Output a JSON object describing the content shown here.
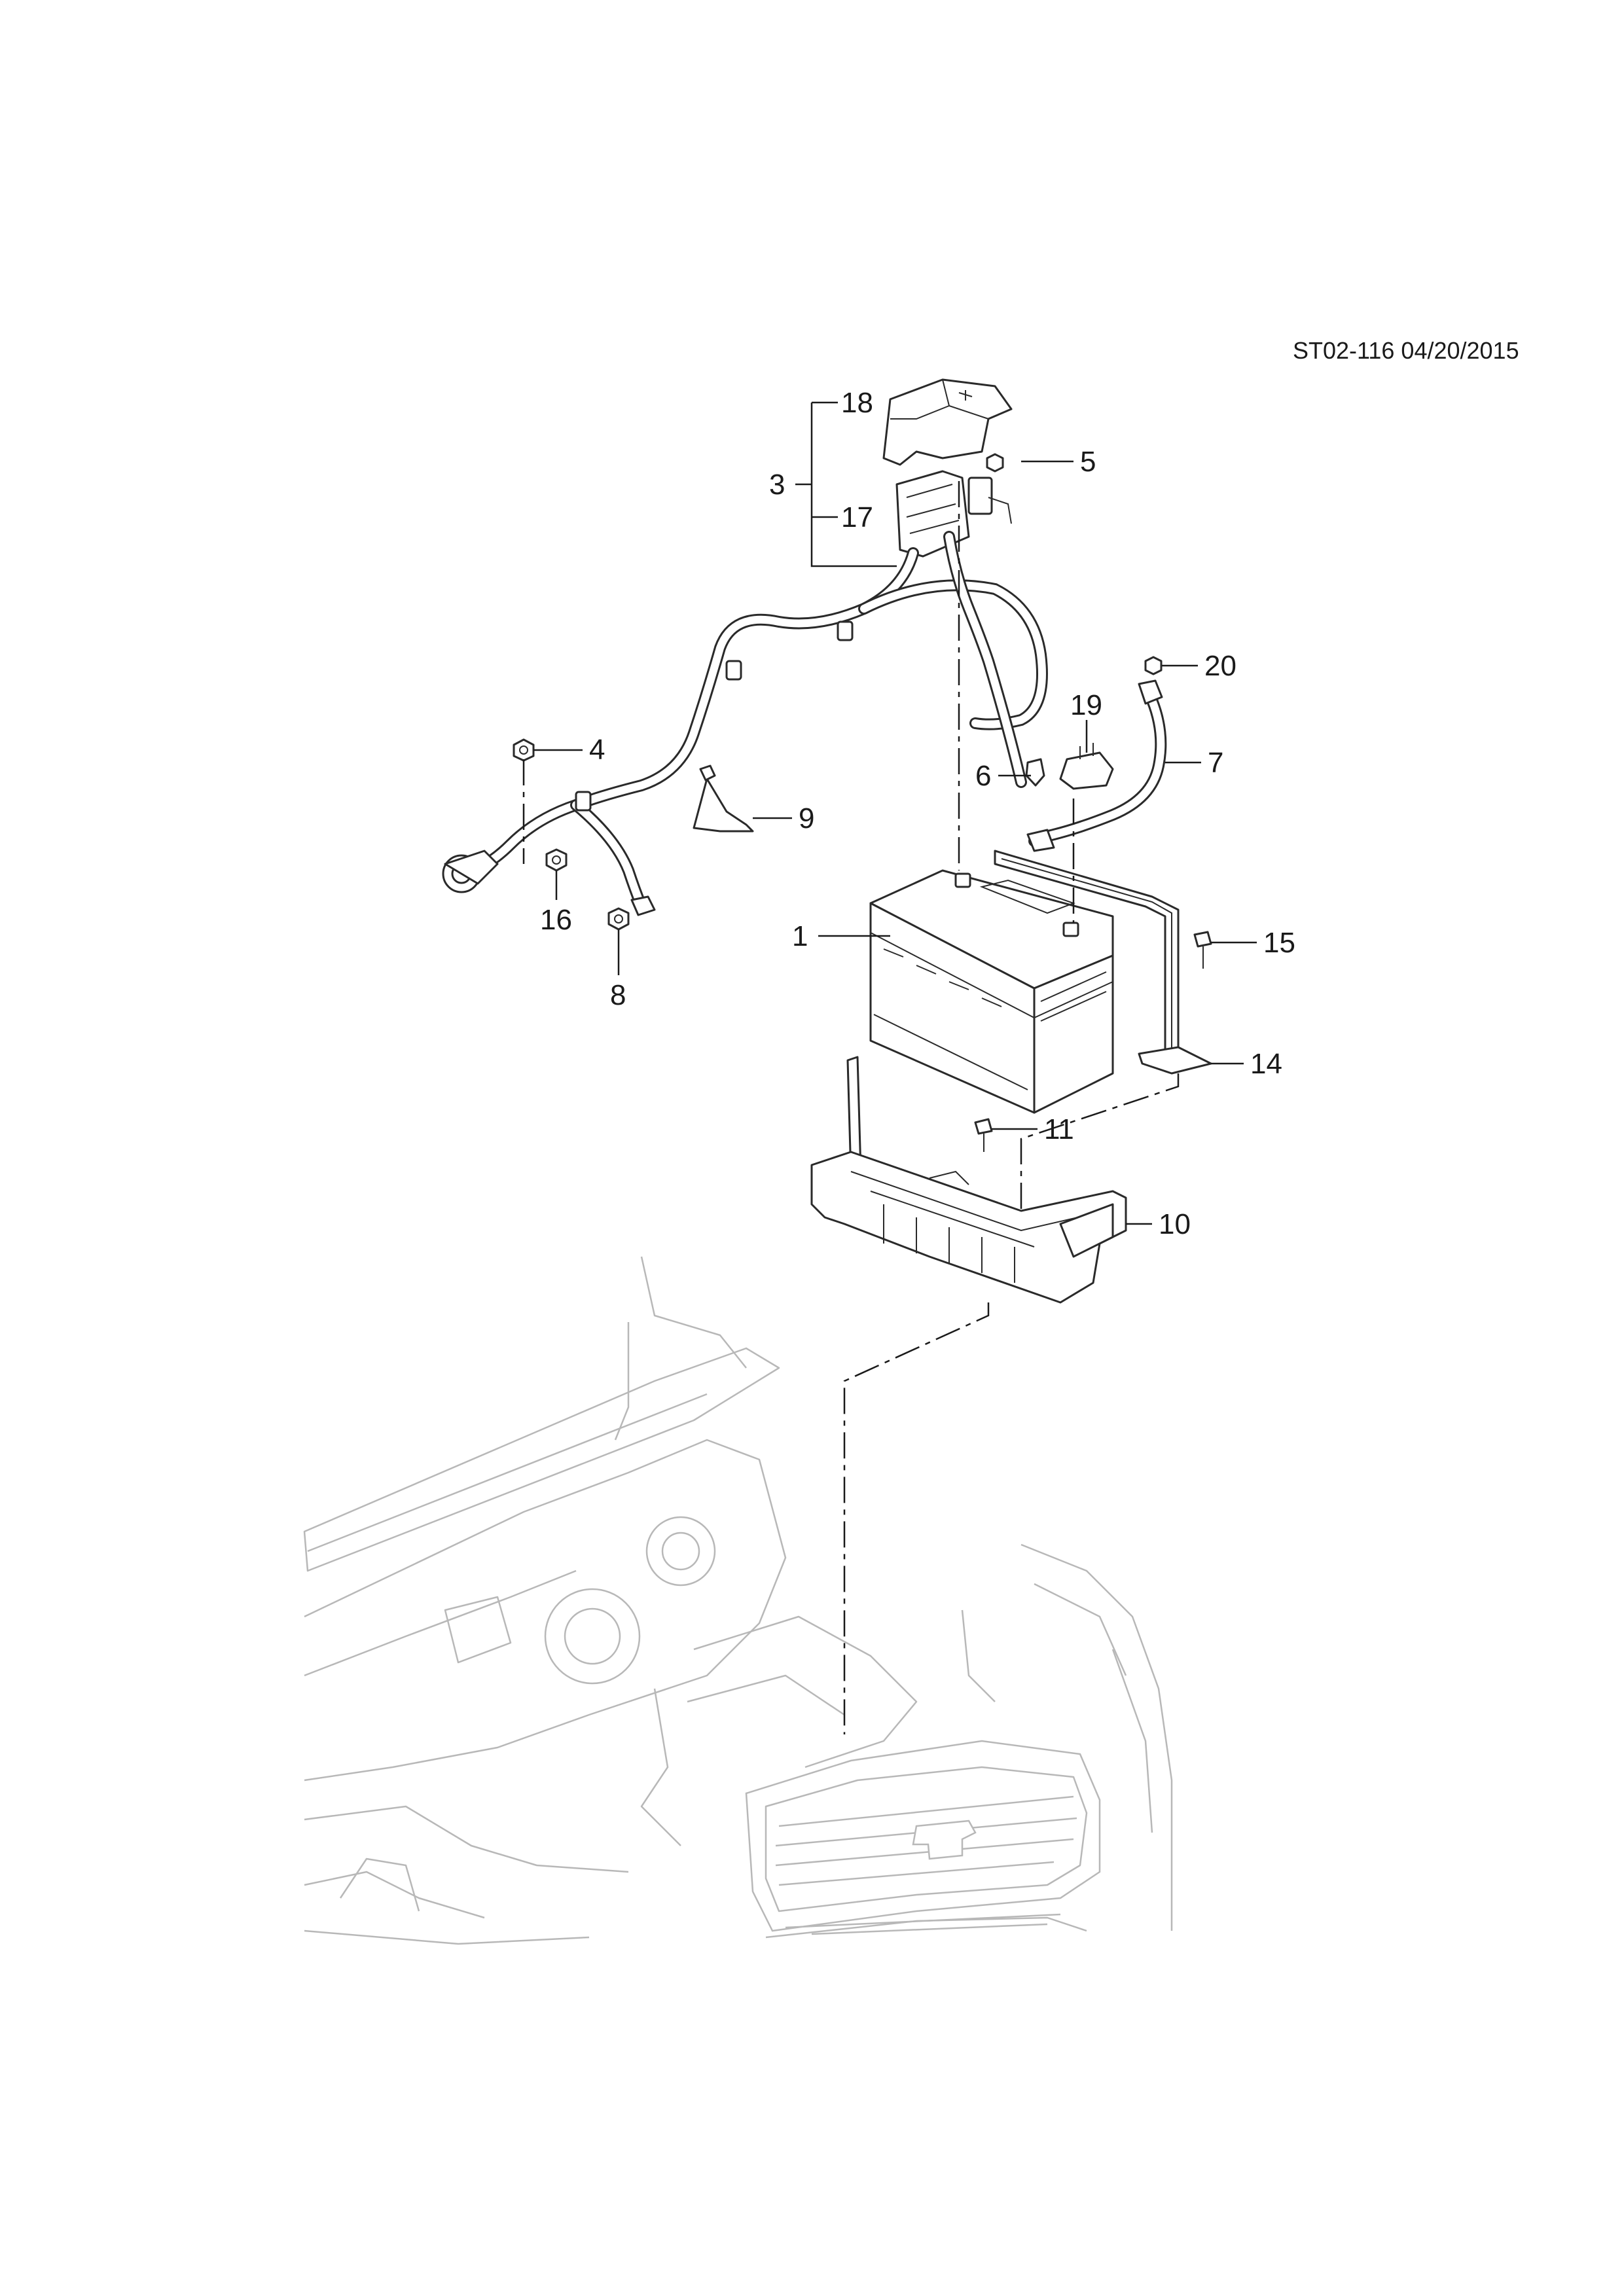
{
  "reference": "ST02-116 04/20/2015",
  "callouts": [
    "1",
    "3",
    "4",
    "5",
    "6",
    "7",
    "8",
    "9",
    "10",
    "11",
    "14",
    "15",
    "16",
    "17",
    "18",
    "19",
    "20"
  ],
  "parts": {
    "battery": "1",
    "cable_assembly": "3",
    "nut_4": "4",
    "nut_5": "5",
    "clip_6": "6",
    "negative_cable": "7",
    "nut_8": "8",
    "bracket_9": "9",
    "battery_tray": "10",
    "bolt_11": "11",
    "hold_down": "14",
    "bolt_15": "15",
    "nut_16": "16",
    "fuse_block": "17",
    "fuse_cover": "18",
    "sensor_19": "19",
    "nut_20": "20"
  }
}
